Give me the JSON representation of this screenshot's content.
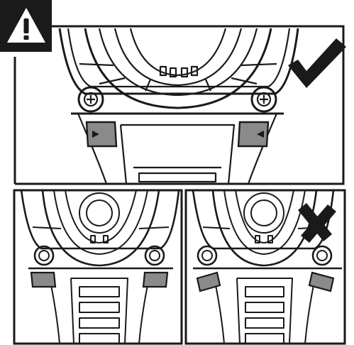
{
  "warning": {
    "icon": "warning-triangle-icon",
    "color": "#1a1a1a"
  },
  "panels": [
    {
      "id": "correct",
      "status": "correct",
      "mark_icon": "check-mark-icon"
    },
    {
      "id": "incorrect-left",
      "status": "unmarked"
    },
    {
      "id": "incorrect-right",
      "status": "incorrect",
      "mark_icon": "cross-mark-icon"
    }
  ],
  "colors": {
    "ink": "#1a1a1a",
    "paper": "#ffffff",
    "gray": "#8a8a8a"
  }
}
